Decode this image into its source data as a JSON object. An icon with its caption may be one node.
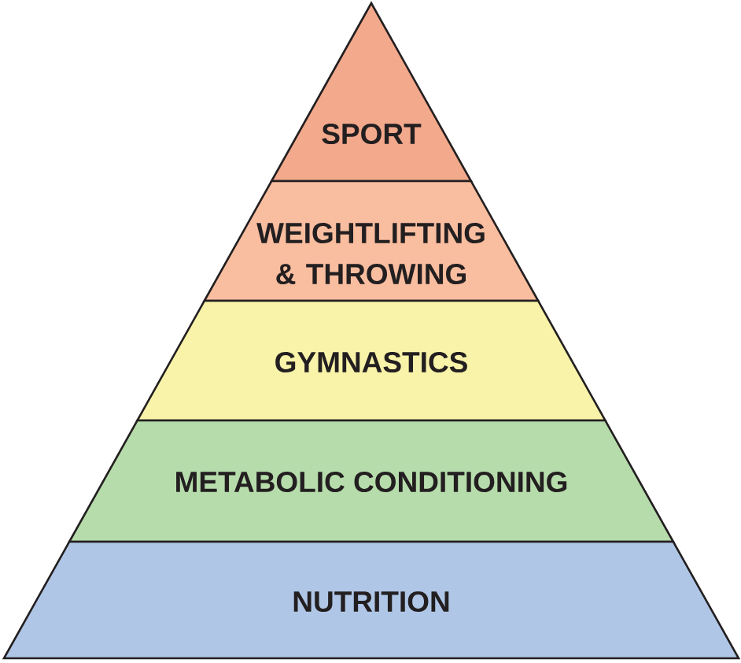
{
  "diagram": {
    "nodes": [
      {
        "text": [
          "SPORT"
        ]
      },
      {
        "text": [
          "WEIGHTLIFTING & THROWING"
        ]
      },
      {
        "text": [
          "GYMNASTICS"
        ]
      },
      {
        "text": [
          "METABOLIC CONDITIONING"
        ]
      },
      {
        "text": [
          "NUTRITION"
        ]
      }
    ]
  }
}
